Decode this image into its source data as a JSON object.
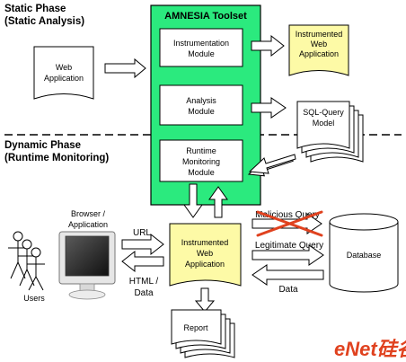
{
  "phases": {
    "static": {
      "line1": "Static Phase",
      "line2": "(Static Analysis)"
    },
    "dynamic": {
      "line1": "Dynamic Phase",
      "line2": "(Runtime Monitoring)"
    }
  },
  "toolset": {
    "title": "AMNESIA Toolset",
    "instrumentation": {
      "line1": "Instrumentation",
      "line2": "Module"
    },
    "analysis": {
      "line1": "Analysis",
      "line2": "Module"
    },
    "runtime": {
      "line1": "Runtime",
      "line2": "Monitoring",
      "line3": "Module"
    }
  },
  "nodes": {
    "web_app": {
      "line1": "Web",
      "line2": "Application"
    },
    "instrumented_top": {
      "line1": "Instrumented",
      "line2": "Web",
      "line3": "Application"
    },
    "sql_model": {
      "line1": "SQL-Query",
      "line2": "Model"
    },
    "browser": {
      "line1": "Browser /",
      "line2": "Application"
    },
    "users": "Users",
    "instrumented_bottom": {
      "line1": "Instrumented",
      "line2": "Web",
      "line3": "Application"
    },
    "database": "Database",
    "report": "Report"
  },
  "labels": {
    "url": "URL",
    "html_data": {
      "line1": "HTML /",
      "line2": "Data"
    },
    "malicious_query": "Malicious Query",
    "legitimate_query": "Legitimate Query",
    "data": "Data"
  },
  "watermark": "eNet硅谷动力",
  "colors": {
    "toolset_green": "#2bea7e",
    "document_yellow": "#fdfaa6",
    "cross_red": "#e0421f"
  }
}
